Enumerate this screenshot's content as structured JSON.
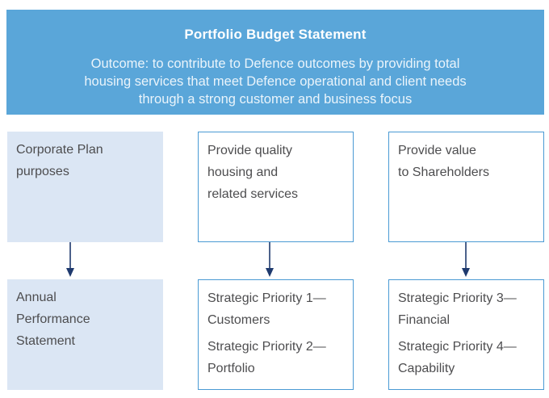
{
  "header": {
    "title": "Portfolio Budget Statement",
    "outcome_lines": [
      "Outcome: to contribute to Defence outcomes by providing total",
      "housing services that meet Defence operational and client needs",
      "through a strong customer and business focus"
    ]
  },
  "row1": {
    "corporate_plan": [
      "Corporate Plan",
      "purposes"
    ],
    "housing": [
      "Provide quality",
      "housing and",
      "related services"
    ],
    "shareholders": [
      "Provide value",
      "to Shareholders"
    ]
  },
  "row2": {
    "annual": [
      "Annual",
      "Performance",
      "Statement"
    ],
    "priorities_left": {
      "p1": [
        "Strategic Priority 1—",
        "Customers"
      ],
      "p2": [
        "Strategic Priority 2—",
        "Portfolio"
      ]
    },
    "priorities_right": {
      "p3": [
        "Strategic Priority 3—",
        "Financial"
      ],
      "p4": [
        "Strategic Priority 4—",
        "Capability"
      ]
    }
  },
  "colors": {
    "header_fill": "#5aa6d9",
    "shaded_fill": "#dbe6f4",
    "outline": "#4a9ad4",
    "arrow": "#1f3a6e"
  }
}
